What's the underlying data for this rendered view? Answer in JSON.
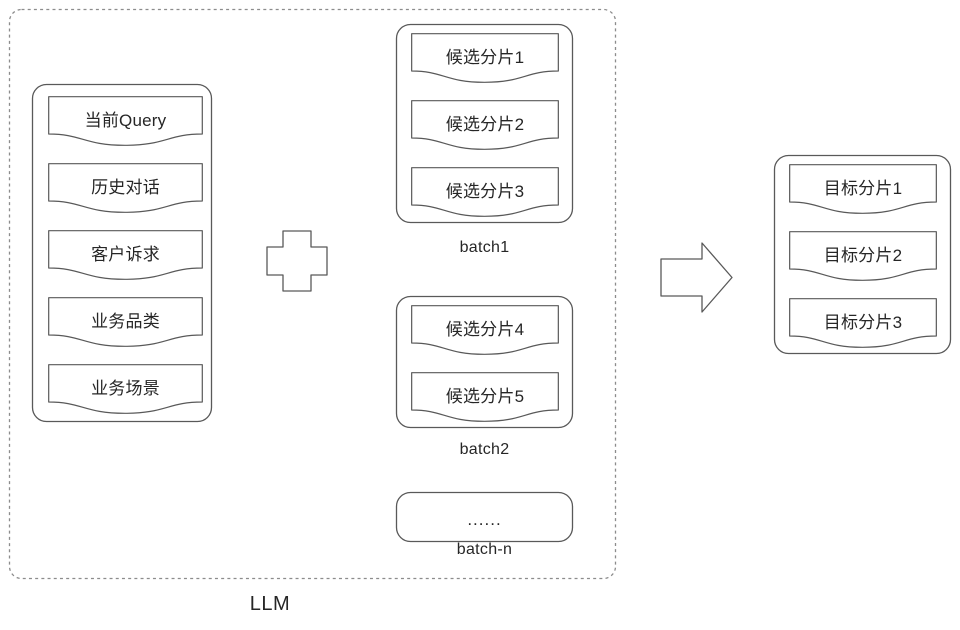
{
  "diagram": {
    "title_label": "LLM",
    "background_color": "#ffffff",
    "stroke_color": "#595959",
    "text_color": "#262626",
    "dashed_border_color": "#8c8c8c"
  },
  "llm_group": {
    "label": "LLM",
    "context_panel": {
      "name": "context-panel",
      "cards": [
        {
          "label": "当前Query"
        },
        {
          "label": "历史对话"
        },
        {
          "label": "客户诉求"
        },
        {
          "label": "业务品类"
        },
        {
          "label": "业务场景"
        }
      ]
    },
    "operator": {
      "name": "plus-icon",
      "symbol": "+"
    },
    "batches": [
      {
        "caption": "batch1",
        "cards": [
          {
            "label": "候选分片1"
          },
          {
            "label": "候选分片2"
          },
          {
            "label": "候选分片3"
          }
        ]
      },
      {
        "caption": "batch2",
        "cards": [
          {
            "label": "候选分片4"
          },
          {
            "label": "候选分片5"
          }
        ]
      },
      {
        "caption": "batch-n",
        "placeholder": "......",
        "cards": []
      }
    ]
  },
  "flow": {
    "arrow": {
      "name": "arrow-right-icon",
      "direction": "right"
    }
  },
  "output_panel": {
    "name": "target-shards-panel",
    "cards": [
      {
        "label": "目标分片1"
      },
      {
        "label": "目标分片2"
      },
      {
        "label": "目标分片3"
      }
    ]
  }
}
